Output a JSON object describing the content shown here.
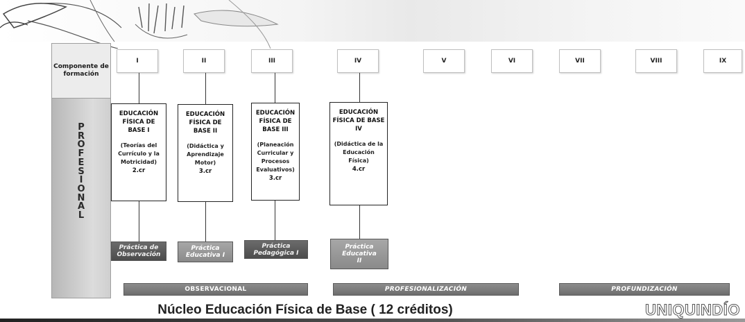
{
  "component_label": "Componente de formación",
  "side_label_letters": [
    "P",
    "R",
    "O",
    "F",
    "E",
    "S",
    "I",
    "O",
    "N",
    "A",
    "L"
  ],
  "semesters": [
    "I",
    "II",
    "III",
    "IV",
    "V",
    "VI",
    "VII",
    "VIII",
    "IX"
  ],
  "courses": [
    {
      "title": "EDUCACIÓN FÍSICA DE BASE I",
      "desc": "(Teorías del Currículo y la Motricidad)",
      "credits": "2.cr"
    },
    {
      "title": "EDUCACIÓN FÍSICA DE BASE II",
      "desc": "(Didáctica y Aprendizaje Motor)",
      "credits": "3.cr"
    },
    {
      "title": "EDUCACIÓN FÍSICA DE BASE III",
      "desc": "(Planeación Curricular y Procesos Evaluativos)",
      "credits": "3.cr"
    },
    {
      "title": "EDUCACIÓN FÍSICA DE BASE IV",
      "desc": "(Didáctica de la Educación Física)",
      "credits": "4.cr"
    }
  ],
  "practices": [
    {
      "label": "Práctica de Observación"
    },
    {
      "label": "Práctica Educativa I"
    },
    {
      "label": "Práctica Pedagógica I"
    },
    {
      "label": "Práctica Educativa II"
    }
  ],
  "stages": [
    "OBSERVACIONAL",
    "PROFESIONALIZACIÓN",
    "PROFUNDIZACIÓN"
  ],
  "footer_title": "Núcleo Educación Física de Base ( 12 créditos)",
  "logo_text": "UNIQUINDÍO"
}
